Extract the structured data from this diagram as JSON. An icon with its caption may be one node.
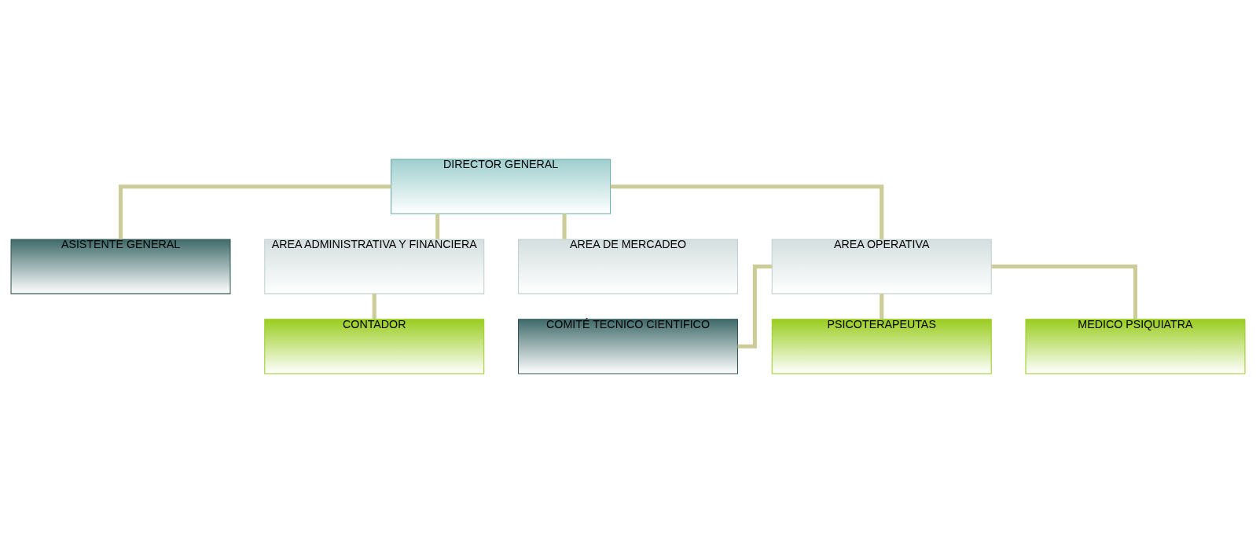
{
  "diagram": {
    "nodes": [
      {
        "text": [
          "DIRECTOR GENERAL"
        ]
      },
      {
        "text": [
          "ASISTENTE GENERAL"
        ]
      },
      {
        "text": [
          "AREA ADMINISTRATIVA Y FINANCIERA"
        ]
      },
      {
        "text": [
          "AREA DE MERCADEO"
        ]
      },
      {
        "text": [
          "AREA OPERATIVA"
        ]
      },
      {
        "text": [
          "CONTADOR"
        ]
      },
      {
        "text": [
          "COMITÉ TECNICO CIENTIFICO"
        ]
      },
      {
        "text": [
          "PSICOTERAPEUTAS"
        ]
      },
      {
        "text": [
          "MEDICO PSIQUIATRA"
        ]
      }
    ],
    "edges": [
      {
        "from": 0,
        "to": 1,
        "arrow": "none"
      },
      {
        "from": 0,
        "to": 2,
        "arrow": "none"
      },
      {
        "from": 0,
        "to": 3,
        "arrow": "none"
      },
      {
        "from": 0,
        "to": 4,
        "arrow": "none"
      },
      {
        "from": 2,
        "to": 5,
        "arrow": "none"
      },
      {
        "from": 4,
        "to": 6,
        "arrow": "none"
      },
      {
        "from": 4,
        "to": 7,
        "arrow": "none"
      },
      {
        "from": 4,
        "to": 8,
        "arrow": "none"
      }
    ]
  }
}
